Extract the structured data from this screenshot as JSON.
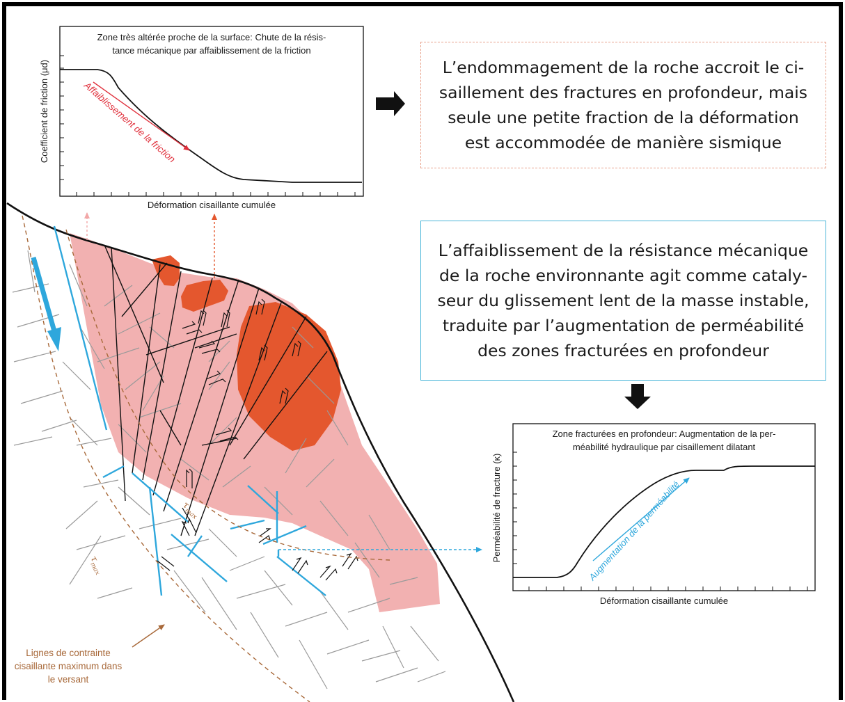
{
  "graph1": {
    "title_line1": "Zone très altérée proche de la surface: Chute de la résis-",
    "title_line2": "tance mécanique par affaiblissement de la friction",
    "ylabel": "Coefficient de friction (μd)",
    "xlabel": "Déformation cisaillante cumulée",
    "annotation": "Affaiblissement de la friction"
  },
  "graph2": {
    "title_line1": "Zone fracturées en profondeur: Augmentation de la per-",
    "title_line2": "méabilité hydraulique par cisaillement dilatant",
    "ylabel": "Perméabilité de fracture (κ)",
    "xlabel": "Déformation cisaillante cumulée",
    "annotation": "Augmentation de la perméabilité"
  },
  "box1": {
    "lines": [
      "L’endommagement de la roche accroit le ci-",
      "saillement des fractures en profondeur, mais",
      "seule une petite fraction de la déformation",
      "est accommodée de manière sismique"
    ]
  },
  "box2": {
    "lines": [
      "L’affaiblissement de la résistance mécanique",
      "de la roche environnante agit comme cataly-",
      "seur du glissement lent de la masse instable,",
      "traduite par l’augmentation de perméabilité",
      "des zones fracturées en profondeur"
    ]
  },
  "slope": {
    "tau_label": "τ",
    "tau_sub": "max",
    "legend_lines": [
      "Lignes de contrainte",
      "cisaillante maximum dans",
      "le versant"
    ]
  },
  "colors": {
    "pink_zone": "#f2b1b1",
    "orange_zone": "#e4572e",
    "blue": "#2ea7dc",
    "brown": "#a8693a",
    "red_arrow": "#e0303c",
    "box1_border": "#e8a18a",
    "box2_border": "#49b5d8"
  }
}
